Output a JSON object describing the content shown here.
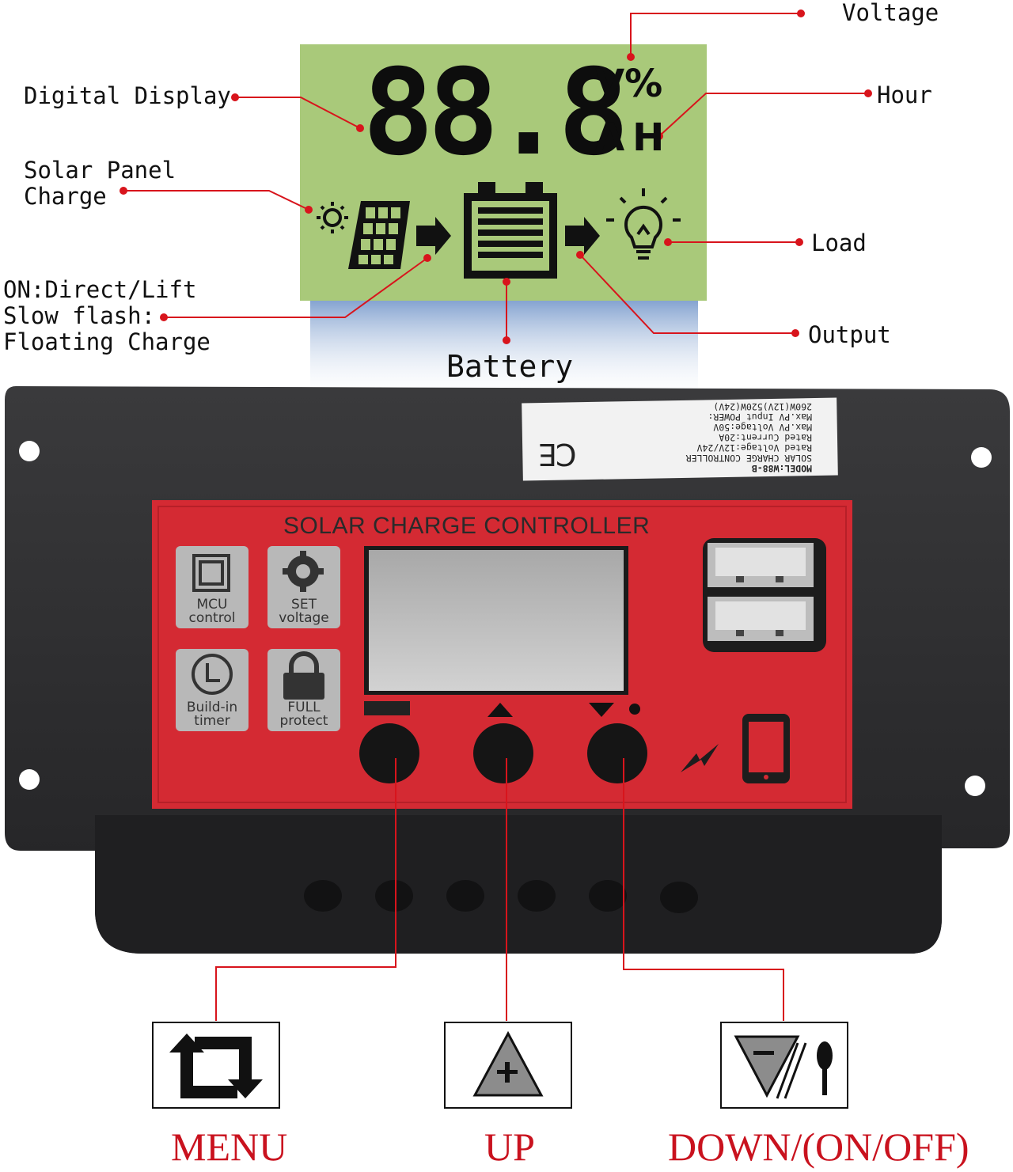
{
  "callouts": {
    "voltage": "Voltage",
    "digital_display": "Digital Display",
    "hour": "Hour",
    "solar_panel_charge": "Solar Panel\nCharge",
    "load": "Load",
    "charge_mode": "ON:Direct/Lift\nSlow flash:\nFloating Charge",
    "output": "Output",
    "battery": "Battery"
  },
  "lcd": {
    "digits": "88.8",
    "unit_top": "V%",
    "unit_bottom": "AH"
  },
  "device": {
    "panel_title": "SOLAR CHARGE CONTROLLER",
    "model_label": {
      "lines": [
        "MODEL:W88-B",
        "SOLAR CHARGE CONTROLLER",
        "Rated Voltage:12V/24V",
        "Rated Current:20A",
        "Max.PV Voltage:50V",
        "Max.PV Input POWER:",
        "260W(12V)520W(24V)"
      ],
      "mark": "CE"
    },
    "functions": [
      {
        "label": "MCU\ncontrol",
        "icon": "chip-icon"
      },
      {
        "label": "SET\nvoltage",
        "icon": "gear-icon"
      },
      {
        "label": "Build-in\ntimer",
        "icon": "clock-icon"
      },
      {
        "label": "FULL\nprotect",
        "icon": "lock-icon"
      }
    ],
    "usb_ports": 2
  },
  "buttons": {
    "menu": "MENU",
    "up": "UP",
    "down": "DOWN/(ON/OFF)"
  },
  "colors": {
    "lcd_green": "#a9c97a",
    "panel_red": "#d42a33",
    "housing": "#2b2b2d",
    "callout_line": "#d8141c",
    "button_label": "#c9121e"
  }
}
